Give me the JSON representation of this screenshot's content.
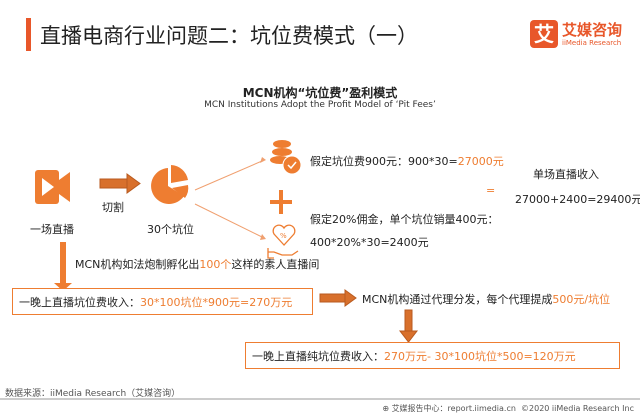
{
  "header": {
    "title": "直播电商行业问题二：坑位费模式（一）",
    "logo_text": "艾媒咨询",
    "logo_sub": "iiMedia Research",
    "logo_glyph": "艾"
  },
  "diagram": {
    "title": "MCN机构“坑位费”盈利模式",
    "subtitle": "MCN Institutions Adopt the Profit Model of ‘Pit Fees’",
    "live_label": "一场直播",
    "cut_label": "切割",
    "slots_label": "30个坑位",
    "fee_text": "假定坑位费900元：900*30=",
    "fee_value": "27000元",
    "plus": "+",
    "commission_line1": "假定20%佣金，单个坑位销量400元：",
    "commission_line2": "400*20%*30=2400元",
    "equals": "=",
    "single_income_label": "单场直播收入",
    "single_income_value": "27000+2400=29400元",
    "incubate_pre": "MCN机构如法炮制孵化出",
    "incubate_num": "100个",
    "incubate_post": "这样的素人直播间",
    "night_income_label": "一晚上直播坑位费收入：",
    "night_income_value": "30*100坑位*900元=270万元",
    "agent_text": "MCN机构通过代理分发，每个代理提成",
    "agent_value": "500元/坑位",
    "net_income_label": "一晚上直播纯坑位费收入：",
    "net_income_value": "270万元- 30*100坑位*500=120万元"
  },
  "footer": {
    "source": "数据来源：iiMedia Research（艾媒咨询）",
    "site": "艾媒报告中心：report.iimedia.cn",
    "copyright": "©2020  iiMedia Research  Inc"
  },
  "colors": {
    "accent": "#ee7d31",
    "title_bar": "#e8572a"
  }
}
